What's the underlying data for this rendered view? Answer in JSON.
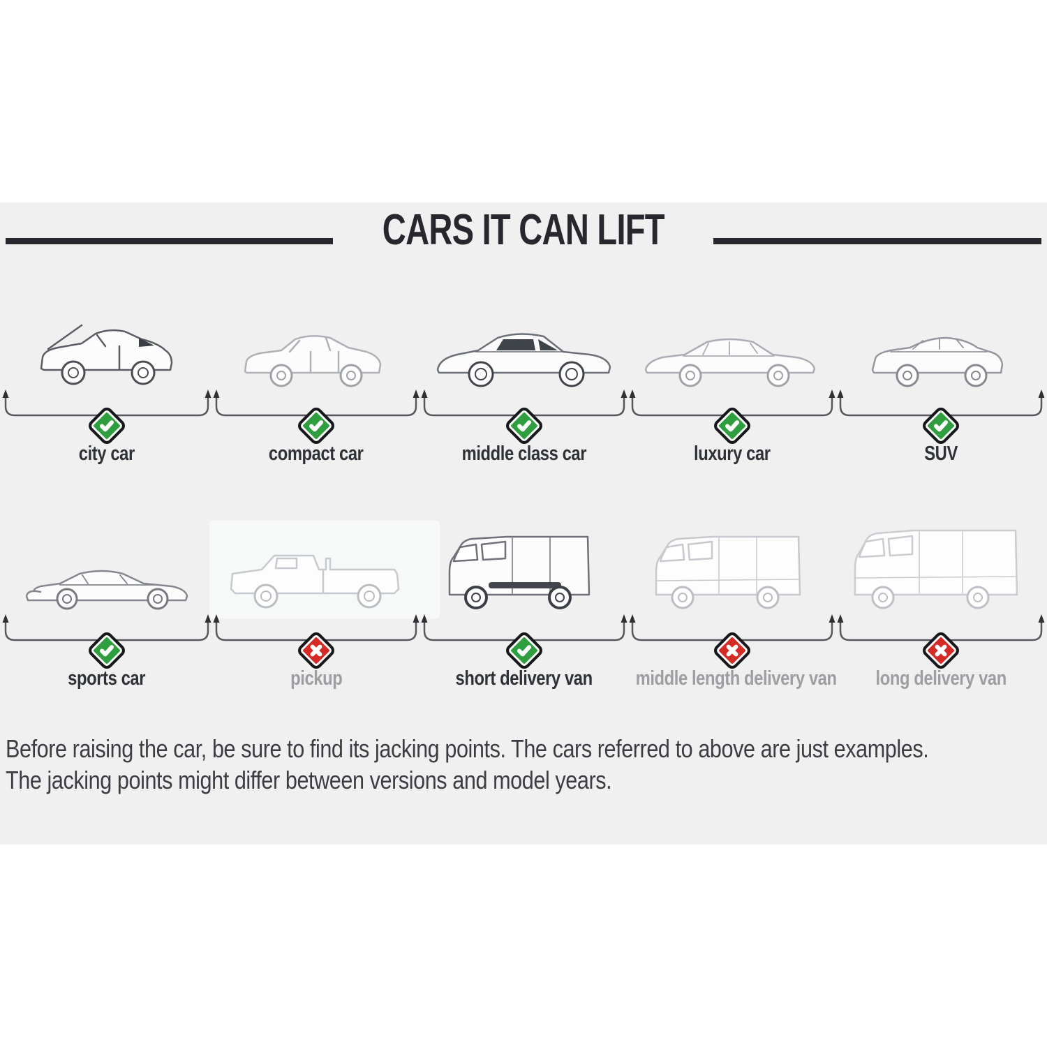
{
  "title": "CARS IT CAN LIFT",
  "rows": [
    {
      "items": [
        {
          "label": "city car",
          "status": "yes"
        },
        {
          "label": "compact car",
          "status": "yes"
        },
        {
          "label": "middle class car",
          "status": "yes"
        },
        {
          "label": "luxury car",
          "status": "yes"
        },
        {
          "label": "SUV",
          "status": "yes"
        }
      ]
    },
    {
      "items": [
        {
          "label": "sports car",
          "status": "yes"
        },
        {
          "label": "pickup",
          "status": "no"
        },
        {
          "label": "short delivery van",
          "status": "yes"
        },
        {
          "label": "middle length delivery van",
          "status": "no"
        },
        {
          "label": "long delivery van",
          "status": "no"
        }
      ]
    }
  ],
  "footnote": {
    "line1": "Before raising the car, be sure to find its jacking points. The cars referred to above are just examples.",
    "line2": "The jacking points might differ between versions and model years."
  },
  "colors": {
    "yes": "#2f9e3f",
    "no": "#d42b27",
    "band": "#f0f0f1",
    "label_dark": "#2e3136",
    "label_gray": "#9c9ea1"
  }
}
